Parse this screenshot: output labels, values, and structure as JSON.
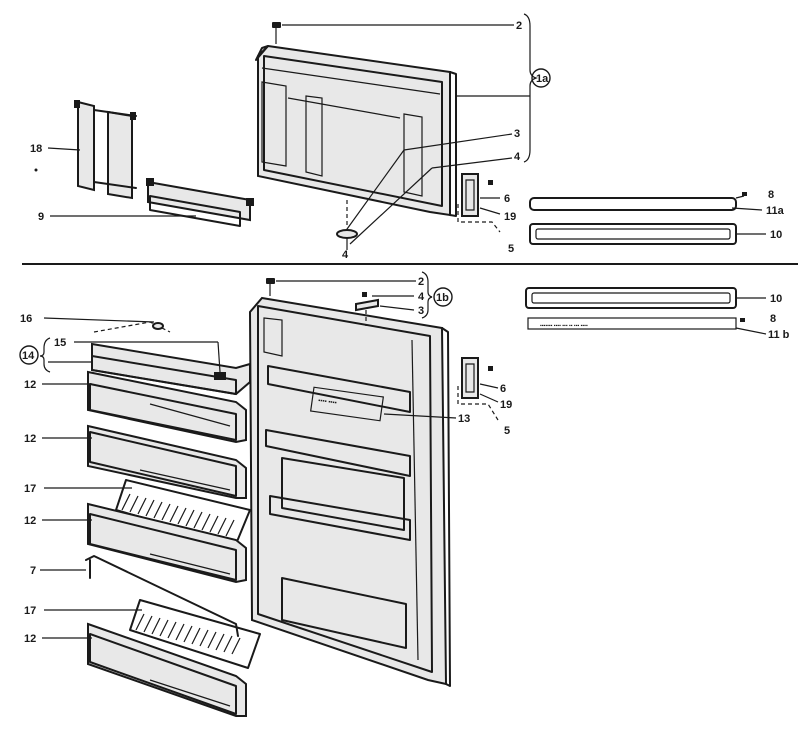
{
  "labels": {
    "top": [
      {
        "key": "t2",
        "text": "2"
      },
      {
        "key": "t1a",
        "text": "1a"
      },
      {
        "key": "t3",
        "text": "3"
      },
      {
        "key": "t4",
        "text": "4"
      },
      {
        "key": "t18",
        "text": "18"
      },
      {
        "key": "t9",
        "text": "9"
      },
      {
        "key": "t4b",
        "text": "4"
      },
      {
        "key": "t6",
        "text": "6"
      },
      {
        "key": "t19",
        "text": "19"
      },
      {
        "key": "t5",
        "text": "5"
      },
      {
        "key": "t8",
        "text": "8"
      },
      {
        "key": "t11a",
        "text": "11a"
      },
      {
        "key": "t10",
        "text": "10"
      }
    ],
    "bottom": [
      {
        "key": "b2",
        "text": "2"
      },
      {
        "key": "b4",
        "text": "4"
      },
      {
        "key": "b1b",
        "text": "1b"
      },
      {
        "key": "b3",
        "text": "3"
      },
      {
        "key": "b16",
        "text": "16"
      },
      {
        "key": "b15",
        "text": "15"
      },
      {
        "key": "b14",
        "text": "14"
      },
      {
        "key": "b12a",
        "text": "12"
      },
      {
        "key": "b12b",
        "text": "12"
      },
      {
        "key": "b17a",
        "text": "17"
      },
      {
        "key": "b12c",
        "text": "12"
      },
      {
        "key": "b7",
        "text": "7"
      },
      {
        "key": "b17b",
        "text": "17"
      },
      {
        "key": "b12d",
        "text": "12"
      },
      {
        "key": "b6",
        "text": "6"
      },
      {
        "key": "b19",
        "text": "19"
      },
      {
        "key": "b13",
        "text": "13"
      },
      {
        "key": "b5",
        "text": "5"
      },
      {
        "key": "b10",
        "text": "10"
      },
      {
        "key": "b8",
        "text": "8"
      },
      {
        "key": "b11b",
        "text": "11 b"
      }
    ]
  }
}
